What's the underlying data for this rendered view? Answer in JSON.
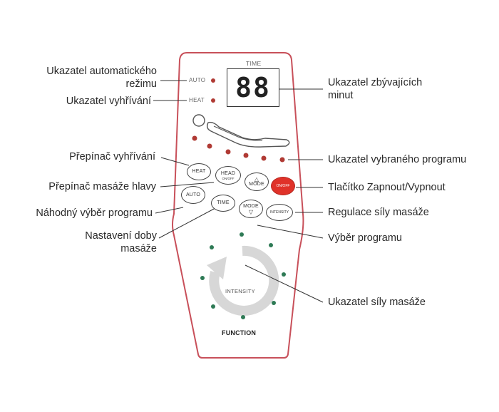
{
  "labels": {
    "auto_mode_indicator": [
      "Ukazatel automatického",
      "režimu"
    ],
    "heating_indicator": "Ukazatel vyhřívání",
    "remaining_minutes": [
      "Ukazatel zbývajících",
      "minut"
    ],
    "heat_switch": "Přepínač vyhřívání",
    "head_massage_switch": "Přepínač masáže hlavy",
    "random_program": "Náhodný výběr programu",
    "massage_time": [
      "Nastavení doby",
      "masáže"
    ],
    "selected_program_indicator": "Ukazatel vybraného programu",
    "on_off_button": "Tlačítko Zapnout/Vypnout",
    "intensity_regulation": "Regulace síly masáže",
    "program_selection": "Výběr programu",
    "intensity_indicator": "Ukazatel síly masáže"
  },
  "remote": {
    "time_label": "TIME",
    "display_value": "88",
    "auto_label": "AUTO",
    "heat_label": "HEAT",
    "intensity_label": "INTENSITY",
    "function_label": "FUNCTION",
    "buttons": {
      "heat": "HEAT",
      "head": "HEAD",
      "head_sub": "ON/OFF",
      "mode": "MODE",
      "onoff": "ON/OFF",
      "auto": "AUTO",
      "time": "TIME",
      "intensity": "INTENSITY"
    }
  },
  "colors": {
    "outline": "#c8505a",
    "indicator_red": "#b03a34",
    "indicator_green": "#2e7a55",
    "onoff_button": "#e03229"
  }
}
